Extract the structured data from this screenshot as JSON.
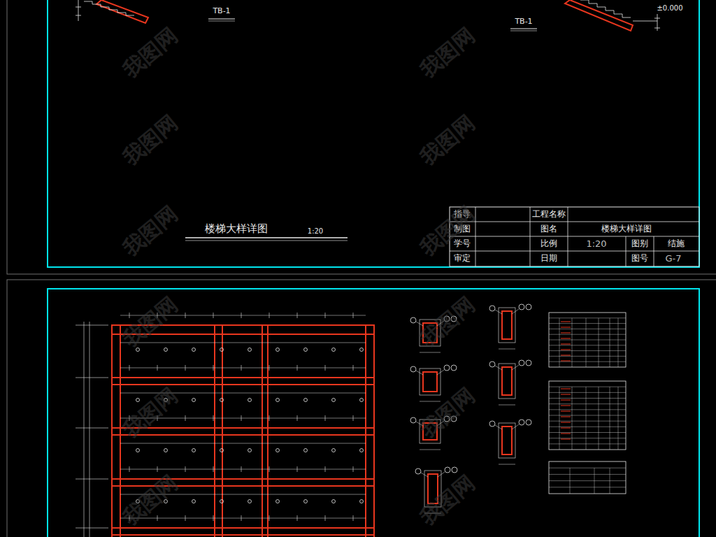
{
  "diagram": {
    "title": "楼梯大样详图",
    "labels": [
      "TB-1",
      "TB-1",
      "±0.000",
      "1:20",
      "指导",
      "工程名称",
      "制图",
      "图名",
      "楼梯大样详图",
      "学号",
      "比例",
      "1:20",
      "图别",
      "结施",
      "审定",
      "日期",
      "图号",
      "G-7",
      "我图网",
      "我图网",
      "我图网",
      "我图网",
      "我图网",
      "我图网",
      "我图网",
      "我图网",
      "我图网",
      "我图网",
      "我图网",
      "我图网"
    ]
  }
}
